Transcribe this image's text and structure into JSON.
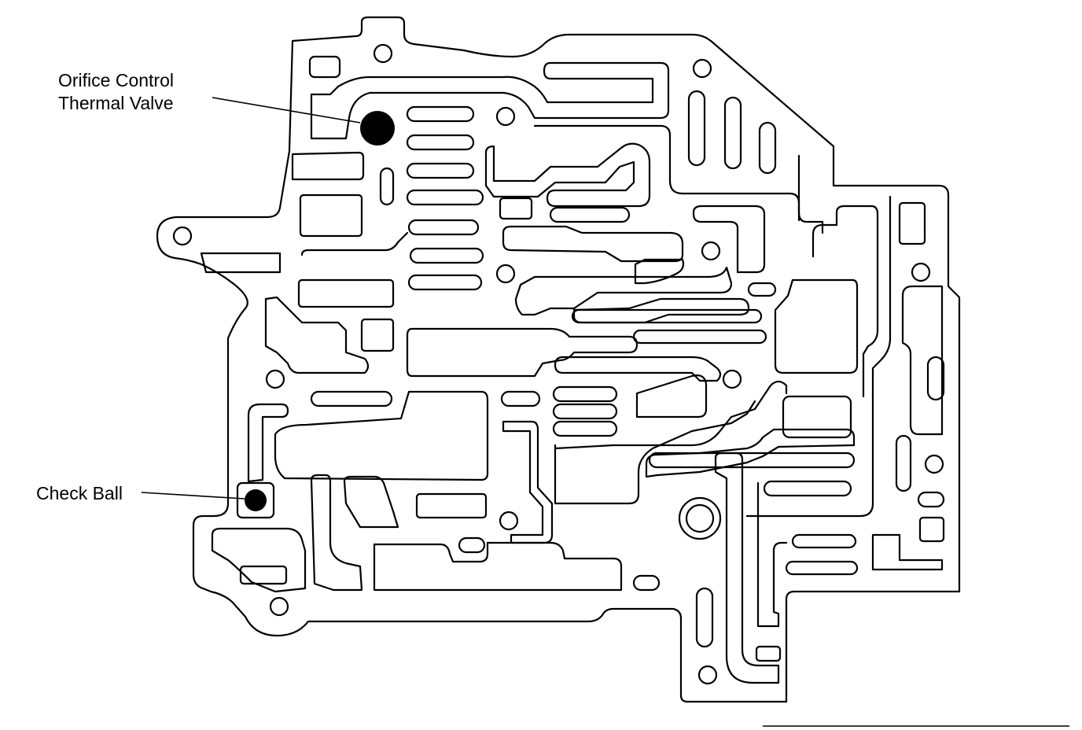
{
  "callouts": {
    "orifice_line1": "Orifice Control",
    "orifice_line2": "Thermal Valve",
    "check_ball": "Check Ball"
  }
}
